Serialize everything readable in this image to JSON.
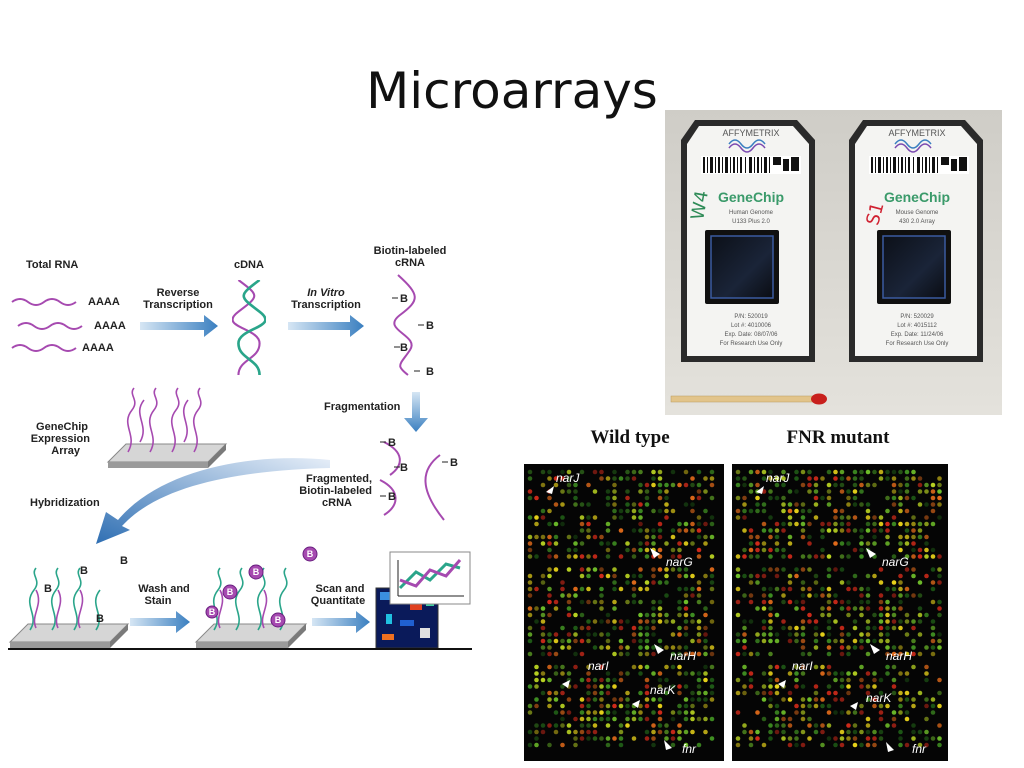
{
  "slide": {
    "title": "Microarrays"
  },
  "workflow": {
    "total_rna": "Total RNA",
    "aaaa": [
      "AAAA",
      "AAAA",
      "AAAA"
    ],
    "reverse_transcription": [
      "Reverse",
      "Transcription"
    ],
    "cdna": "cDNA",
    "in_vitro_transcription": [
      "In Vitro",
      "Transcription"
    ],
    "biotin_labeled_crna": [
      "Biotin-labeled",
      "cRNA"
    ],
    "biotin_marker": "B",
    "fragmentation": "Fragmentation",
    "genechip_array": [
      "GeneChip",
      "Expression",
      "Array"
    ],
    "fragmented_crna": [
      "Fragmented,",
      "Biotin-labeled",
      "cRNA"
    ],
    "hybridization": "Hybridization",
    "wash_and_stain": [
      "Wash and",
      "Stain"
    ],
    "scan_and_quantitate": [
      "Scan and",
      "Quantitate"
    ]
  },
  "photo": {
    "chips": [
      {
        "brand": "AFFYMETRIX",
        "product": "GeneChip",
        "line1": "Human Genome",
        "line2": "U133 Plus 2.0",
        "pn": "P/N: 520019",
        "lot": "Lot #: 4010006",
        "exp": "Exp. Date: 08/07/06",
        "ruo": "For Research Use Only",
        "handwriting": "W4",
        "ink_color": "#2e8b57"
      },
      {
        "brand": "AFFYMETRIX",
        "product": "GeneChip",
        "line1": "Mouse Genome",
        "line2": "430 2.0 Array",
        "pn": "P/N: 520029",
        "lot": "Lot #: 4015112",
        "exp": "Exp. Date: 11/24/06",
        "ruo": "For Research Use Only",
        "handwriting": "S1",
        "ink_color": "#d02030"
      }
    ]
  },
  "arrays": {
    "panels": [
      {
        "label": "Wild type",
        "genes": [
          "narJ",
          "narG",
          "narH",
          "narI",
          "narK",
          "fnr"
        ]
      },
      {
        "label": "FNR mutant",
        "genes": [
          "narJ",
          "narG",
          "narH",
          "narI",
          "narK",
          "fnr"
        ]
      }
    ],
    "spot_colors": [
      "#e8d21a",
      "#b8d222",
      "#6fbf2a",
      "#3f8f22",
      "#1f5a16",
      "#e06a1a",
      "#d02a1a"
    ]
  }
}
